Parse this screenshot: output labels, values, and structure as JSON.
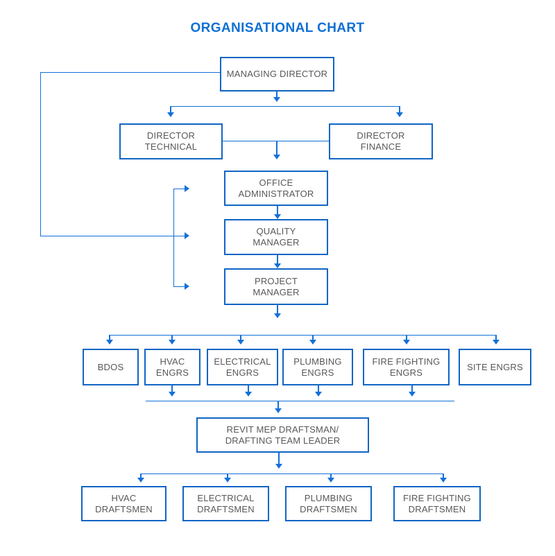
{
  "title": "ORGANISATIONAL CHART",
  "colors": {
    "title": "#0f70d4",
    "border": "#1165c4",
    "connector": "#1470d8",
    "label": "#57585a"
  },
  "nodes": {
    "managing_director": "MANAGING DIRECTOR",
    "director_technical": "DIRECTOR\nTECHNICAL",
    "director_finance": "DIRECTOR\nFINANCE",
    "office_administrator": "OFFICE\nADMINISTRATOR",
    "quality_manager": "QUALITY\nMANAGER",
    "project_manager": "PROJECT\nMANAGER",
    "bdos": "BDOS",
    "hvac_engrs": "HVAC\nENGRS",
    "electrical_engrs": "ELECTRICAL\nENGRS",
    "plumbing_engrs": "PLUMBING\nENGRS",
    "fire_fighting_engrs": "FIRE FIGHTING\nENGRS",
    "site_engrs": "SITE ENGRS",
    "revit_lead": "REVIT MEP DRAFTSMAN/\nDRAFTING TEAM LEADER",
    "hvac_draftsmen": "HVAC\nDRAFTSMEN",
    "electrical_draftsmen": "ELECTRICAL\nDRAFTSMEN",
    "plumbing_draftsmen": "PLUMBING\nDRAFTSMEN",
    "fire_fighting_draftsmen": "FIRE FIGHTING\nDRAFTSMEN"
  }
}
